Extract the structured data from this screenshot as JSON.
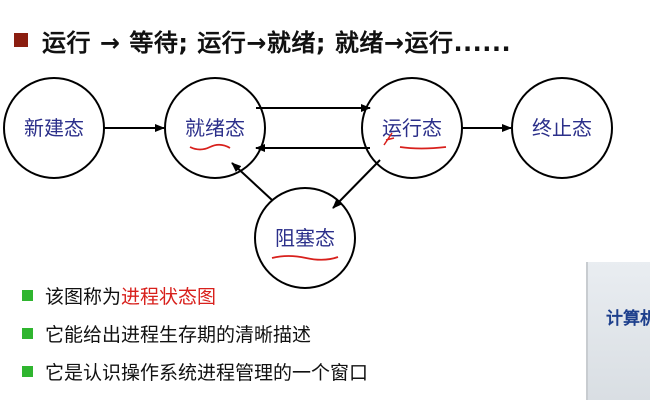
{
  "header": {
    "title": "运行 → 等待; 运行→就绪; 就绪→运行......"
  },
  "diagram": {
    "states": {
      "new": "新建态",
      "ready": "就绪态",
      "running": "运行态",
      "terminated": "终止态",
      "blocked": "阻塞态"
    },
    "colors": {
      "state_text": "#2b2f8a",
      "annotation": "#d8201c",
      "highlight": "#d8201c"
    }
  },
  "bullets": [
    {
      "prefix": "该图称为",
      "highlight": "进程状态图"
    },
    {
      "text": "它能给出进程生存期的清晰描述"
    },
    {
      "text": "它是认识操作系统进程管理的一个窗口"
    }
  ],
  "photo_inset": {
    "text": "计算机"
  }
}
